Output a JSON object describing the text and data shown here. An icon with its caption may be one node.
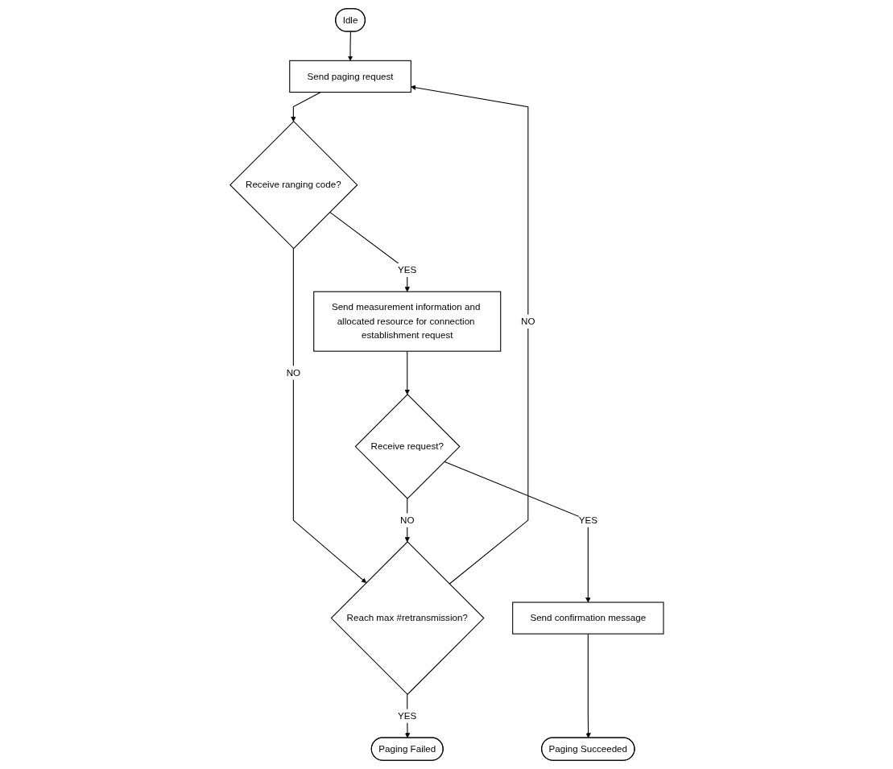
{
  "diagram": {
    "nodes": [
      {
        "text": [
          "Idle"
        ]
      },
      {
        "text": [
          "Send paging request"
        ]
      },
      {
        "text": [
          "Receive ranging code?"
        ]
      },
      {
        "text": [
          "Reach max #retransmission?"
        ]
      },
      {
        "text": [
          "Send measurement information and allocated resource for connection establishment request"
        ]
      },
      {
        "text": [
          "Receive request?"
        ]
      },
      {
        "text": [
          "Send confirmation message"
        ]
      },
      {
        "text": [
          "Paging Succeeded"
        ]
      },
      {
        "text": [
          "Paging Failed"
        ]
      }
    ],
    "edges": [
      {
        "from": 0,
        "to": 1,
        "arrow": "to"
      },
      {
        "from": 1,
        "to": 2,
        "arrow": "to"
      },
      {
        "from": 2,
        "to": 3,
        "arrow": "to",
        "label": "NO"
      },
      {
        "from": 2,
        "to": 4,
        "arrow": "to",
        "label": "YES"
      },
      {
        "from": 4,
        "to": 5,
        "arrow": "to"
      },
      {
        "from": 5,
        "to": 3,
        "arrow": "to",
        "label": "NO"
      },
      {
        "from": 5,
        "to": 6,
        "arrow": "to",
        "label": "YES"
      },
      {
        "from": 6,
        "to": 7,
        "arrow": "to"
      },
      {
        "from": 3,
        "to": 1,
        "arrow": "to",
        "label": "NO"
      },
      {
        "from": 3,
        "to": 8,
        "arrow": "to",
        "label": "YES"
      }
    ]
  }
}
